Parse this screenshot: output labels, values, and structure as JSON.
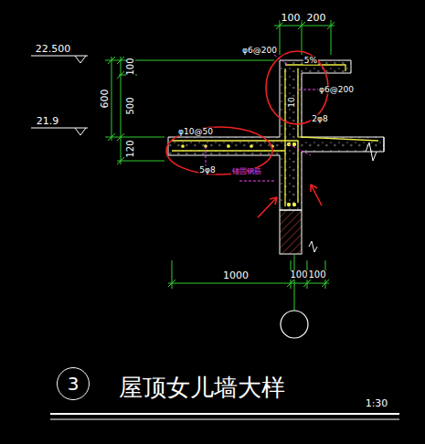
{
  "diagram": {
    "title": "屋顶女儿墙大样",
    "nodes": [
      {
        "text": [
          "3"
        ]
      }
    ],
    "labels": [
      "22.500",
      "21.9",
      "600",
      "100",
      "500",
      "120",
      "100",
      "200",
      "φ6@200",
      "5%",
      "φ6@200",
      "10",
      "2φ8",
      "φ10@50",
      "5φ8",
      "锚固钢筋",
      "1000",
      "100",
      "100",
      "1:30"
    ]
  }
}
